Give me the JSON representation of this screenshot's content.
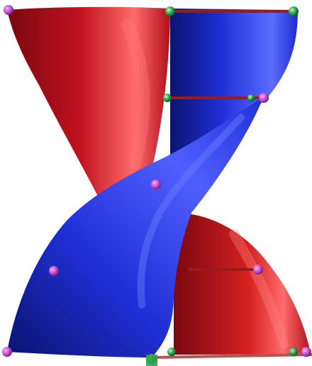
{
  "scene": {
    "description_visible_text": "",
    "colors": {
      "background": "#ffffff",
      "blade_red": "#c1121f",
      "blade_red_highlight": "#ff6b6b",
      "blade_red_shadow": "#7a0710",
      "blade_blue": "#1f2fd6",
      "blade_blue_highlight": "#5c6cff",
      "blade_blue_shadow": "#0b136f",
      "strut": "#9b1a1a",
      "joint_magenta": "#c64fd0",
      "joint_green": "#2aa34a"
    },
    "icons": [
      "twisted-savonius-rotor",
      "red-blade",
      "blue-blade",
      "strut",
      "joint-node"
    ]
  }
}
